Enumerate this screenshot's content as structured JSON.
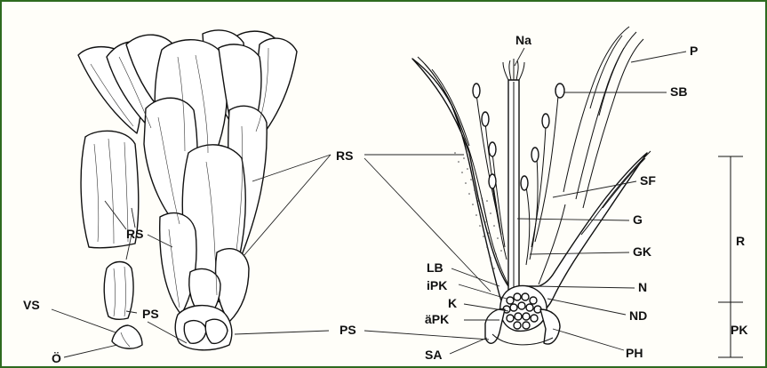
{
  "diagram": {
    "labels": {
      "Na": "Na",
      "P": "P",
      "SB": "SB",
      "RS_center": "RS",
      "SF": "SF",
      "G": "G",
      "GK": "GK",
      "R": "R",
      "N": "N",
      "ND": "ND",
      "PK": "PK",
      "LB": "LB",
      "iPK": "iPK",
      "K": "K",
      "aePK": "äPK",
      "PS_center": "PS",
      "SA": "SA",
      "PH": "PH",
      "RS_left": "RS",
      "VS": "VS",
      "PS_left": "PS",
      "Oe": "Ö"
    },
    "colors": {
      "border": "#2e6b1f",
      "ink": "#111111",
      "paper": "#fffef9"
    }
  }
}
